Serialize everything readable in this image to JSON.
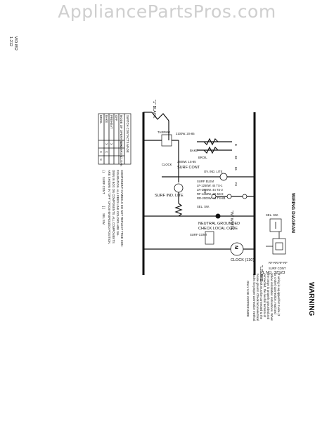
{
  "watermark": "AppliancePartsPros.com",
  "margin_code": {
    "line1": "1-212",
    "line2": "WD 852"
  },
  "title": "WIRING DIAGRAM",
  "bus_labels": {
    "top": "\"1\" BLACK",
    "white": "\"W\" WHITE",
    "red": "\"L2\" RED"
  },
  "neutral_note": [
    "NEUTRAL GROUNDED",
    "CHECK LOCAL CODE"
  ],
  "clock": {
    "symbol": "M",
    "label": "CLOCK (130)"
  },
  "rf_notes": [
    "SURF ELEM",
    "LF-1250W. 44 TS-1",
    "LR-2000W. 44 TS-2",
    "RF-1250W. 2S 5S-8",
    "RR-2000W. 44 TS-8B"
  ],
  "surf_cont": "SURF CONT",
  "surf_ind_lite": "SURF IND. LITE",
  "bake_broil": {
    "bake": "BAKE",
    "broil": "BROIL",
    "bake_rating": "2100W. 2S-85",
    "broil_rating": "3400W. 1S-85"
  },
  "oven": {
    "thermo": "THERMO",
    "lite": "OV. IND. LITE",
    "clock_sw": "CLOCK",
    "sel_sw": "SEL. SW."
  },
  "element_tags": [
    "B",
    "B2",
    "B1",
    "P4",
    "P3"
  ],
  "pl_number": "PL NO. 32S23",
  "switch_table": {
    "heading": "SWITCH CONTACTS MADE",
    "cols": [
      "BAKE",
      "BROIL",
      "CLEAN"
    ],
    "rows": [
      {
        "label": "MODE OF OPERATION",
        "cells": [
          "",
          "",
          ""
        ]
      },
      {
        "label": "OFF",
        "cells": [
          "",
          "",
          ""
        ]
      },
      {
        "label": "PREHEAT",
        "cells": [
          "X",
          "",
          ""
        ]
      },
      {
        "label": "BAKE",
        "cells": [
          "X",
          "X",
          ""
        ]
      },
      {
        "label": "BROIL",
        "cells": [
          "",
          "X",
          "X"
        ]
      }
    ]
  },
  "component_note": [
    "COMPONENT SYMBOLS DO NOT REFLECT TRUE CON-",
    "FIGURATION. ALL FEED LINE COLORS ARE SH-",
    "OWN IN BOX ON COMPONENTS. ALL COMPONENTS",
    "ARE SHOWN IN \"OFF\" OR DE-ENERGIZED POSITION."
  ],
  "legend": [
    {
      "mark": "( )",
      "text": "SURF CONT"
    },
    {
      "mark": "[ ]",
      "text": "SEL SW."
    }
  ],
  "warning": {
    "heading": "WARNING",
    "lines": [
      "If wiring is equipped for 3 wire (3",
      "or 4 wire) connection, read and",
      "follow installation instructions. When",
      "the range is properly grounded and",
      "connected, the neutral terminal of",
      "the block must be connected to the",
      "house ground. Check local electrical",
      "codes for proper connection method."
    ],
    "copper": "ONLY USE COPPER WIRE"
  },
  "small_notes": {
    "sel_sw": "SEL. SW.",
    "rf_rf": "RF-RR RF-RF",
    "surf_cont2": "SURF CONT"
  }
}
